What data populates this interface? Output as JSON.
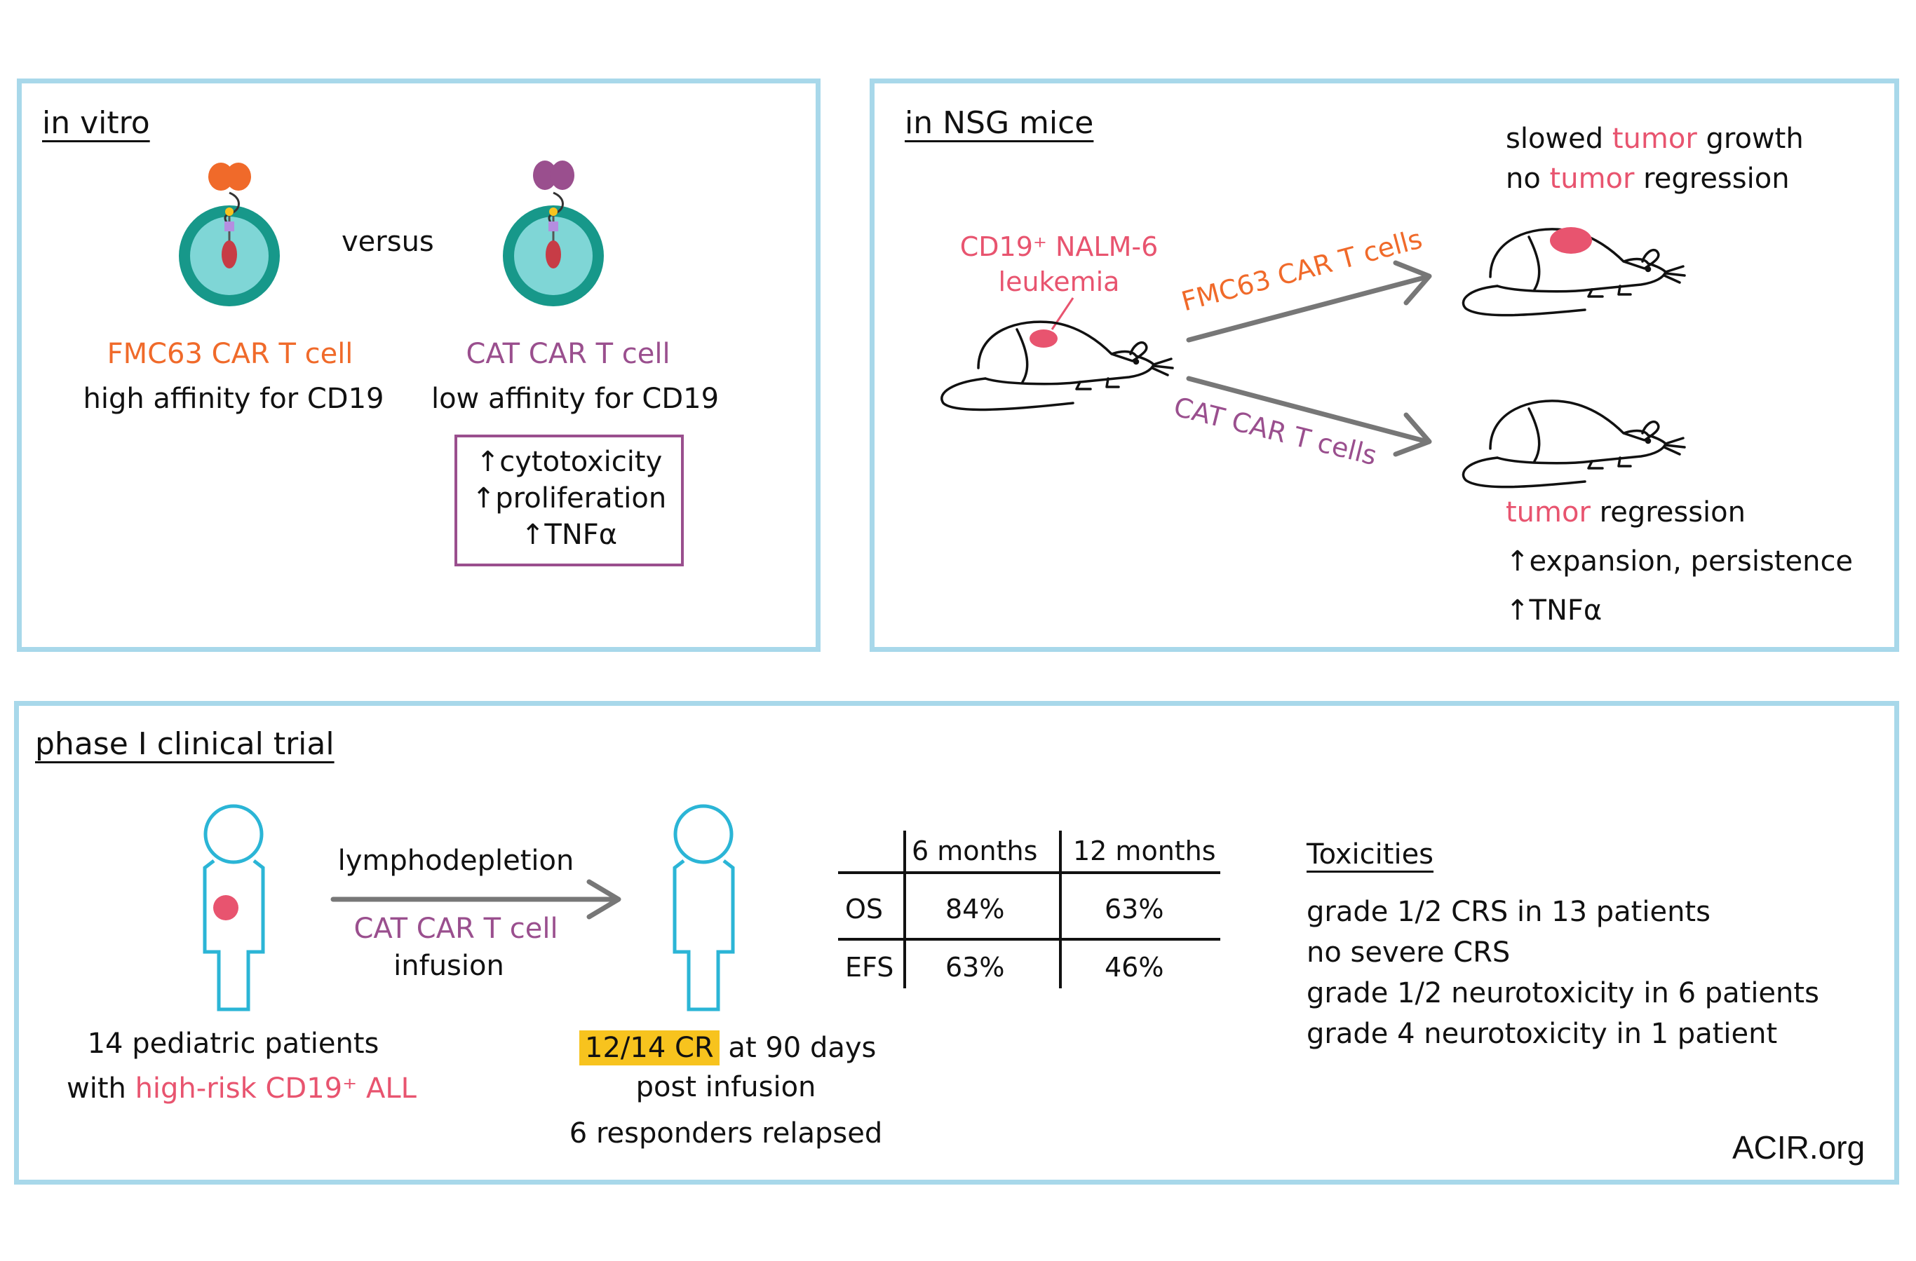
{
  "invitro": {
    "title": "in vitro",
    "versus": "versus",
    "fmc_label": "FMC63 CAR T cell",
    "fmc_desc": "high affinity for CD19",
    "cat_label": "CAT CAR T cell",
    "cat_desc": "low affinity for CD19",
    "box_lines": [
      "↑cytotoxicity",
      "↑proliferation",
      "↑TNFα"
    ]
  },
  "mice": {
    "title": "in NSG mice",
    "leukemia_line1": "CD19⁺ NALM-6",
    "leukemia_line2": "leukemia",
    "fmc_arrow": "FMC63 CAR T cells",
    "cat_arrow": "CAT CAR T cells",
    "top_outcome": {
      "l1_a": "slowed ",
      "l1_b": "tumor",
      "l1_c": " growth",
      "l2_a": "no ",
      "l2_b": "tumor",
      "l2_c": " regression"
    },
    "bottom_outcome": {
      "l1_a": "tumor",
      "l1_b": " regression",
      "l2": "↑expansion, persistence",
      "l3": "↑TNFα"
    }
  },
  "trial": {
    "title": "phase I clinical trial",
    "patients_l1": "14 pediatric patients",
    "patients_l2_a": "with ",
    "patients_l2_b": "high-risk CD19⁺ ALL",
    "arrow_top": "lymphodepletion",
    "arrow_mid": "CAT CAR T cell",
    "arrow_bottom": "infusion",
    "result_hl": "12/14 CR",
    "result_l1_rest": " at 90 days",
    "result_l2": "post infusion",
    "result_l3": "6 responders relapsed",
    "table": {
      "headers": [
        "6 months",
        "12 months"
      ],
      "rows": [
        {
          "label": "OS",
          "values": [
            "84%",
            "63%"
          ]
        },
        {
          "label": "EFS",
          "values": [
            "63%",
            "46%"
          ]
        }
      ]
    },
    "toxicities_title": "Toxicities",
    "toxicities": [
      "grade 1/2 CRS in 13 patients",
      "no severe CRS",
      "grade 1/2 neurotoxicity in 6 patients",
      "grade 4 neurotoxicity in 1 patient"
    ],
    "brand": "ACIR.org"
  },
  "colors": {
    "panel_border": "#a8d8ea",
    "orange": "#f06a2a",
    "purple": "#9a4f8e",
    "pink": "#e8546f",
    "teal": "#17988a",
    "cyan": "#7fd6d6",
    "arrow_gray": "#777777",
    "highlight": "#f7c31e",
    "person_blue": "#2bb5d6"
  }
}
